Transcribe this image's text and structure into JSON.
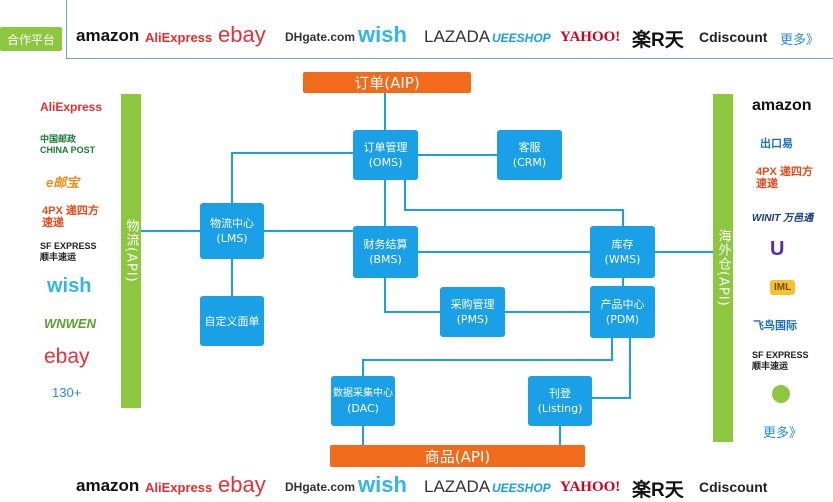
{
  "platform_label": "合作平台",
  "top_logos": [
    "amazon",
    "AliExpress",
    "ebay",
    "DHgate.com",
    "wish",
    "LAZADA",
    "UEESHOP",
    "YAHOO!",
    "楽R天",
    "Cdiscount",
    "更多》"
  ],
  "bottom_logos": [
    "amazon",
    "AliExpress",
    "ebay",
    "DHgate.com",
    "wish",
    "LAZADA",
    "UEESHOP",
    "YAHOO!",
    "楽R天",
    "Cdiscount"
  ],
  "order_bar": "订单(AIP)",
  "product_bar": "商品(API)",
  "logistics_bar": "物流(API)",
  "warehouse_bar": "海外仓(API)",
  "boxes": {
    "oms": [
      "订单管理",
      "(OMS)"
    ],
    "crm": [
      "客服",
      "(CRM)"
    ],
    "lms": [
      "物流中心",
      "(LMS)"
    ],
    "bms": [
      "财务结算",
      "(BMS)"
    ],
    "wms": [
      "库存",
      "(WMS)"
    ],
    "custom": [
      "自定义面单",
      ""
    ],
    "pms": [
      "采购管理",
      "(PMS)"
    ],
    "pdm": [
      "产品中心",
      "(PDM)"
    ],
    "dac": [
      "数据采集中心",
      "(DAC)"
    ],
    "listing": [
      "刊登",
      "(Listing)"
    ]
  },
  "left_logos": [
    "AliExpress",
    "中国邮政 CHINA POST",
    "e邮宝",
    "4PX 递四方速递",
    "SF EXPRESS 顺丰速运",
    "wish",
    "WNWEN",
    "ebay",
    "130+"
  ],
  "right_logos": [
    "amazon",
    "出口易",
    "4PX 递四方速递",
    "WINIT 万邑通",
    "U",
    "IML",
    "飞鸟国际",
    "SF EXPRESS 顺丰速运",
    "",
    "更多》"
  ],
  "colors": {
    "green": "#8dc63f",
    "orange": "#f26b1d",
    "blue": "#1aa0e6",
    "line": "#1aa0e6"
  }
}
